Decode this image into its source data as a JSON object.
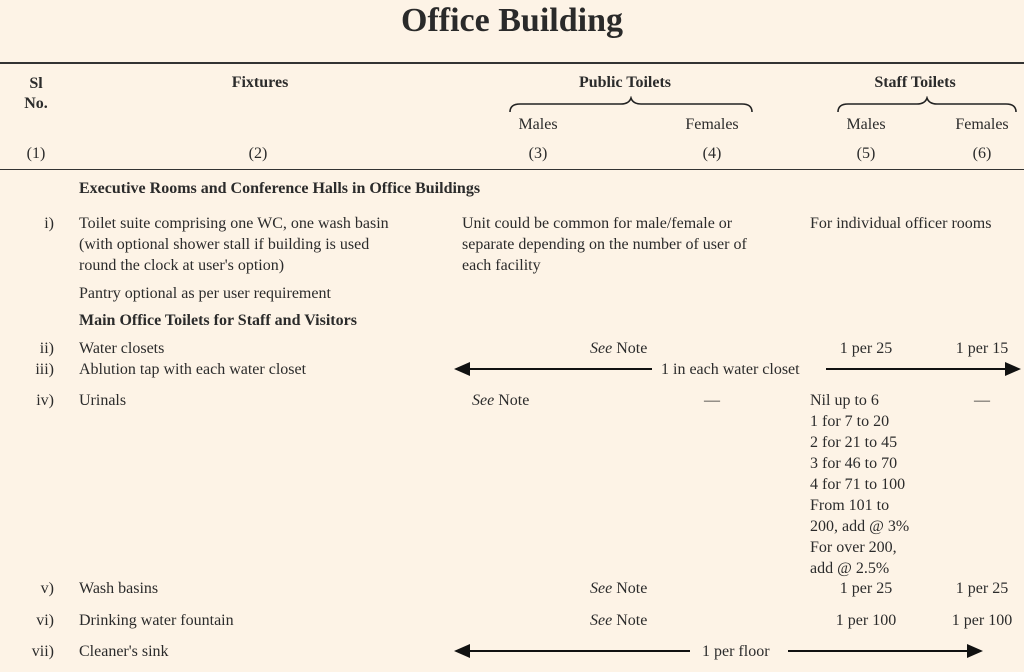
{
  "title": "Office Building",
  "headers": {
    "sl_no_line1": "Sl",
    "sl_no_line2": "No.",
    "fixtures": "Fixtures",
    "public_toilets": "Public Toilets",
    "staff_toilets": "Staff Toilets",
    "males": "Males",
    "females": "Females",
    "col_numbers": [
      "(1)",
      "(2)",
      "(3)",
      "(4)",
      "(5)",
      "(6)"
    ]
  },
  "sections": {
    "executive": "Executive Rooms and Conference  Halls in Office Buildings",
    "main_office": "Main Office Toilets for  Staff and Visitors"
  },
  "rows": {
    "r1": {
      "num": "i)",
      "fixture_lines": [
        "Toilet suite comprising one WC, one wash basin",
        "(with optional shower stall if building is used",
        "round the clock at user's option)"
      ],
      "public_lines": [
        "Unit could be common for male/female or",
        "separate depending on the number of user of",
        "each facility"
      ],
      "staff": "For individual officer rooms",
      "pantry": "Pantry optional as per user requirement"
    },
    "r2": {
      "num": "ii)",
      "fixture": "Water closets",
      "see": "See",
      "note": " Note",
      "staff_m": "1 per 25",
      "staff_f": "1 per 15"
    },
    "r3": {
      "num": "iii)",
      "fixture": "Ablution tap with each water closet",
      "span": "1 in each water closet"
    },
    "r4": {
      "num": "iv)",
      "fixture": "Urinals",
      "see": "See",
      "note": " Note",
      "public_f": "—",
      "staff_f": "—",
      "staff_m_lines": [
        "Nil up to 6",
        "1 for 7 to 20",
        "2 for 21 to 45",
        "3 for 46 to 70",
        "4 for 71 to 100",
        "From 101 to",
        "200, add @ 3%",
        "For over  200,",
        "add @ 2.5%"
      ]
    },
    "r5": {
      "num": "v)",
      "fixture": "Wash basins",
      "see": "See",
      "note": " Note",
      "staff_m": "1 per 25",
      "staff_f": "1 per 25"
    },
    "r6": {
      "num": "vi)",
      "fixture": "Drinking water fountain",
      "see": "See",
      "note": " Note",
      "staff_m": "1 per 100",
      "staff_f": "1 per 100"
    },
    "r7": {
      "num": "vii)",
      "fixture": "Cleaner's sink",
      "span": "1 per floor"
    }
  }
}
